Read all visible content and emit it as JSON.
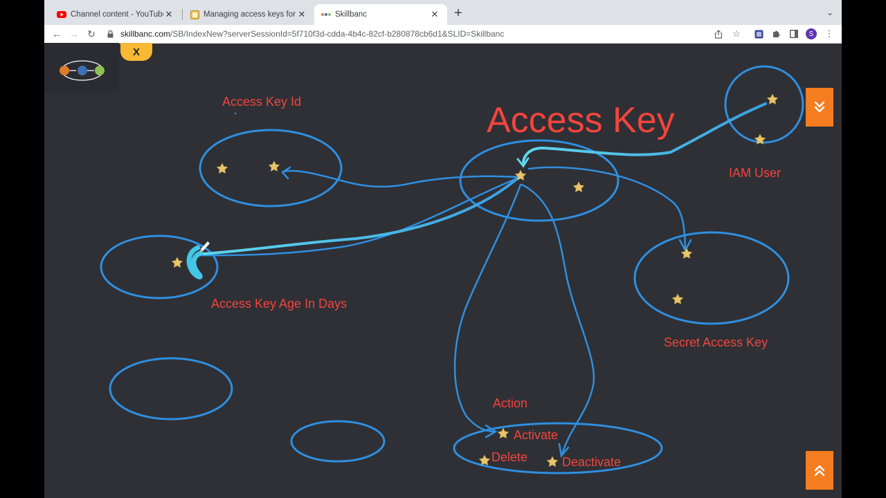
{
  "browser": {
    "tabs": [
      {
        "title": "Channel content - YouTube Studio",
        "icon": "youtube-icon",
        "active": false
      },
      {
        "title": "Managing access keys for IAM users",
        "icon": "aws-docs-icon",
        "active": false
      },
      {
        "title": "Skillbanc",
        "icon": "skillbanc-icon",
        "active": true
      }
    ],
    "url_domain": "skillbanc.com",
    "url_path": "/SB/IndexNew?serverSessionId=5f710f3d-cdda-4b4c-82cf-b280878cb6d1&SLID=Skillbanc",
    "avatar_letter": "S"
  },
  "board": {
    "close_label": "X",
    "title": "Access Key",
    "labels": {
      "access_key_id": "Access Key Id",
      "access_key_age": "Access Key Age In Days",
      "iam_user": "IAM User",
      "secret_access_key": "Secret Access Key",
      "action": "Action",
      "activate": "Activate",
      "delete": "Delete",
      "deactivate": "Deactivate"
    },
    "colors": {
      "ink_blue": "#2f8fe0",
      "ink_cyan": "#59d0e6",
      "label_red": "#f2453d",
      "star": "#e8c46a",
      "orange": "#f57c1f",
      "yellow": "#f9b934"
    }
  }
}
